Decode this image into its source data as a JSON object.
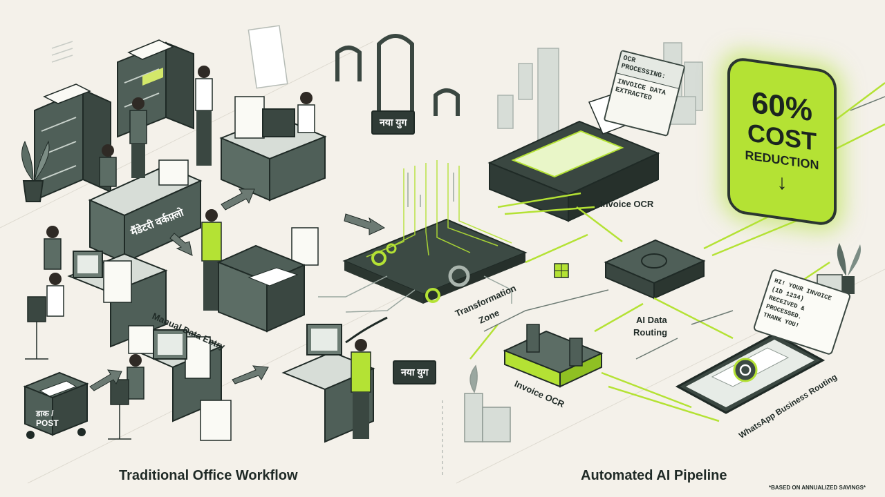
{
  "left_section": {
    "title": "Traditional Office Workflow",
    "desk_sign": "मैंडेटरी वर्कफ़्लो",
    "manual_label": "Manual Data Entry",
    "post_cart": [
      "डाक /",
      "POST"
    ]
  },
  "transition": {
    "zone_label": [
      "Transformation",
      "Zone"
    ],
    "tag_top": "नया युग",
    "tag_bottom": "नया युग"
  },
  "right_section": {
    "title": "Automated AI Pipeline",
    "ocr_panel": [
      "OCR PROCESSING:",
      "INVOICE DATA",
      "EXTRACTED"
    ],
    "scanner_label": "Invoice OCR",
    "lower_ocr_label": "Invoice OCR",
    "routing_label": [
      "AI Data",
      "Routing"
    ],
    "whatsapp_label": "WhatsApp Business Routing",
    "message_lines": [
      "HI! YOUR INVOICE (ID 1234)",
      "RECEIVED & PROCESSED.",
      "THANK YOU!"
    ],
    "badge": {
      "line1": "60%",
      "line2": "COST",
      "line3": "REDUCTION"
    },
    "footnote": "*BASED ON ANNUALIZED SAVINGS*"
  },
  "colors": {
    "accent": "#b4e234",
    "dark": "#3d4b45",
    "mid": "#5c6d65",
    "light": "#d7ddd7",
    "background": "#f4f1ea",
    "ink": "#1f2a26"
  }
}
